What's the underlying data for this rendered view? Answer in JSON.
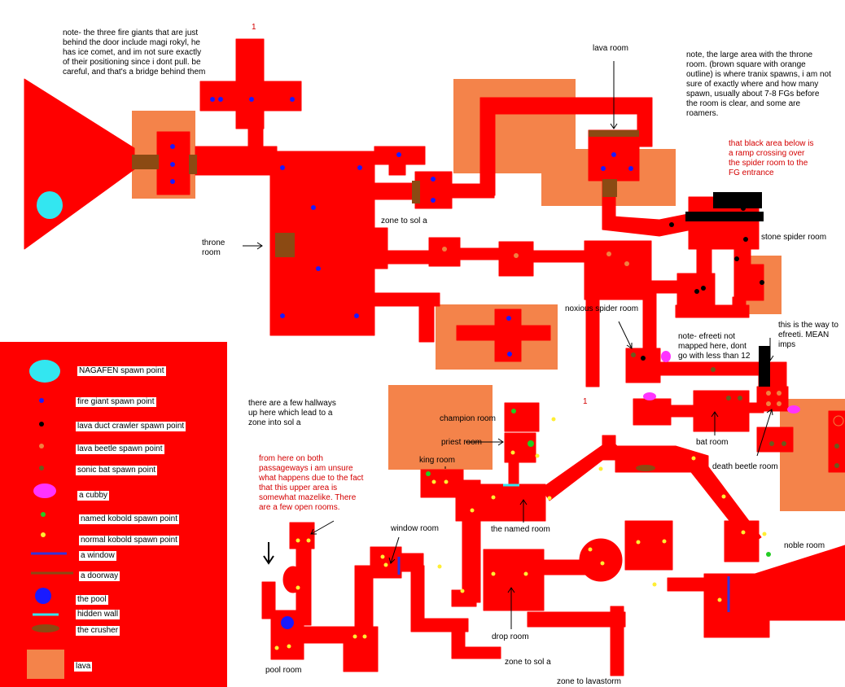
{
  "notes": {
    "fire_giants": "note- the three fire giants that are just behind the door include magi rokyl, he has ice comet, and im not sure exactly of their positioning since i dont pull.  be careful, and that's a bridge behind them",
    "marker_one_top": "1",
    "marker_one_mid": "1",
    "throne_area": "note, the large area with the throne room.  (brown square with orange outline) is where tranix spawns, i am not sure of exactly where and how many spawn, usually about 7-8 FGs before the room is clear, and some are roamers.",
    "black_area": "that black area below is a ramp crossing over the spider room to the FG entrance",
    "efreeti_not_mapped": "note- efreeti not mapped here, dont go with less than 12",
    "way_to_efreeti": "this is the way to efreeti.  MEAN imps",
    "hallways": "there are a few hallways up here which lead to a zone into sol a",
    "mazelike": "from here on both passageways i am unsure what happens due to the fact that this upper area is somewhat mazelike.  There are a few open rooms."
  },
  "rooms": {
    "lava_room": "lava room",
    "throne_room": "throne room",
    "zone_to_sol_a_top": "zone to sol a",
    "stone_spider_room": "stone spider room",
    "noxious_spider_room": "noxious spider room",
    "champion_room": "champion room",
    "priest_room": "priest room",
    "king_room": "king room",
    "bat_room": "bat room",
    "death_beetle_room": "death beetle room",
    "window_room": "window room",
    "the_named_room": "the named room",
    "noble_room": "noble room",
    "drop_room": "drop room",
    "pool_room": "pool room",
    "zone_to_sol_a_bottom": "zone to sol a",
    "zone_to_lavastorm": "zone to lavastorm"
  },
  "legend": [
    {
      "label": "NAGAFEN spawn point",
      "icon": "cyan-ellipse",
      "color": "#33e6f0"
    },
    {
      "label": "fire giant spawn point",
      "icon": "blue-dot",
      "color": "#1a1aff"
    },
    {
      "label": "lava duct crawler spawn point",
      "icon": "black-dot",
      "color": "#000000"
    },
    {
      "label": "lava beetle spawn point",
      "icon": "orange-dot",
      "color": "#f08040"
    },
    {
      "label": "sonic bat spawn point",
      "icon": "olive-dot",
      "color": "#6b5a1e"
    },
    {
      "label": "a cubby",
      "icon": "magenta-ellipse",
      "color": "#ff33ff"
    },
    {
      "label": "named kobold spawn point",
      "icon": "green-dot",
      "color": "#22cc22"
    },
    {
      "label": "normal kobold spawn point",
      "icon": "yellow-dot",
      "color": "#ffee33"
    },
    {
      "label": "a window",
      "icon": "blue-line",
      "color": "#3333dd"
    },
    {
      "label": "a doorway",
      "icon": "brown-line",
      "color": "#8b4a13"
    },
    {
      "label": "the pool",
      "icon": "blue-circle",
      "color": "#1a1aff"
    },
    {
      "label": "hidden wall",
      "icon": "cyan-line",
      "color": "#33e6f0"
    },
    {
      "label": "the crusher",
      "icon": "brown-ellipse",
      "color": "#8b4a13"
    },
    {
      "label": "lava",
      "icon": "lava-square",
      "color": "#f4834a"
    }
  ],
  "colors": {
    "floor": "#ff0000",
    "lava": "#f4834a",
    "door": "#8b4a13",
    "ramp": "#000000"
  }
}
